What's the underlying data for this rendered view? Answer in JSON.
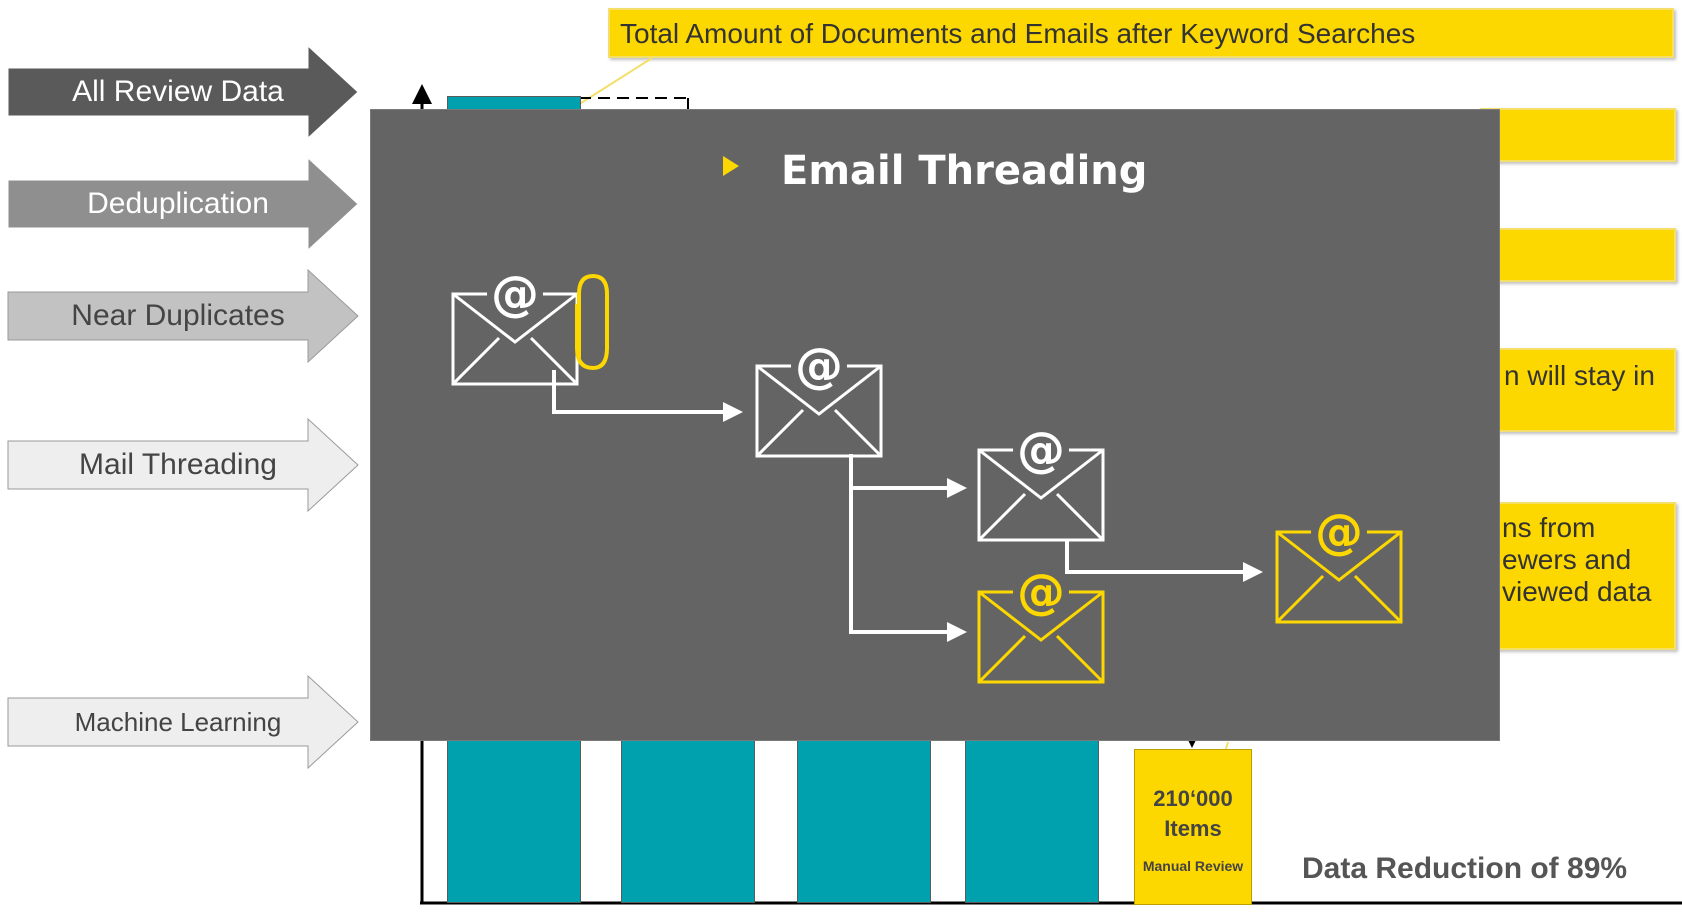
{
  "steps": [
    {
      "label": "All Review Data",
      "fill": "#5a5a5a",
      "text_color": "#ffffff"
    },
    {
      "label": "Deduplication",
      "fill": "#8f8f8f",
      "text_color": "#ffffff"
    },
    {
      "label": "Near Duplicates",
      "fill": "#c2c2c2",
      "text_color": "#444444"
    },
    {
      "label": "Mail Threading",
      "fill": "#eeeeee",
      "text_color": "#444444"
    },
    {
      "label": "Machine Learning",
      "fill": "#eeeeee",
      "text_color": "#444444"
    }
  ],
  "callouts": {
    "top": "Total Amount of Documents and Emails after Keyword Searches",
    "partial_4": "n will stay in",
    "partial_5_lines": [
      "ns from",
      "ewers and",
      "viewed data"
    ]
  },
  "final_bar": {
    "count": "210‘000",
    "unit": "Items",
    "caption": "Manual Review"
  },
  "reduction_text": "Data Reduction of 89%",
  "popup": {
    "title": "Email Threading",
    "icons": [
      "email-attachment-icon",
      "email-icon",
      "email-icon",
      "email-icon",
      "email-icon"
    ]
  },
  "colors": {
    "accent_yellow": "#fdd700",
    "bar_teal": "#00a1ae",
    "popup_bg": "#646464",
    "icon_white": "#ffffff"
  }
}
